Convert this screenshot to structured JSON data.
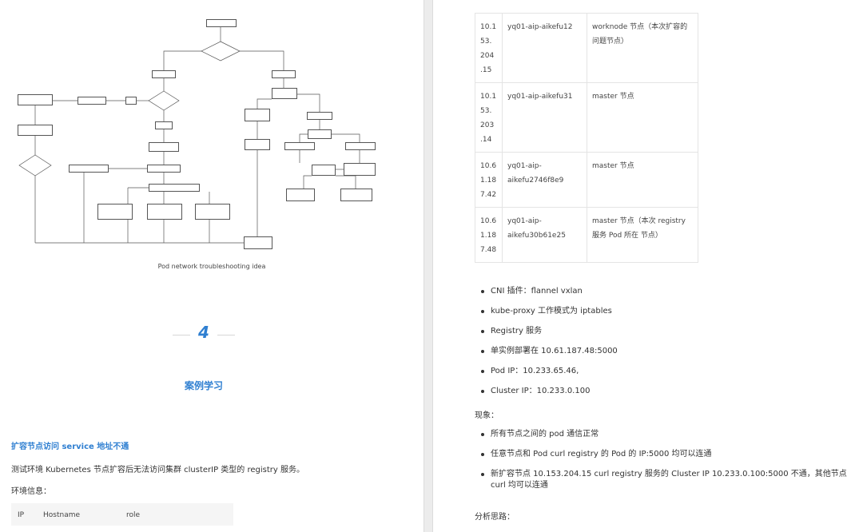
{
  "left": {
    "caption": "Pod network troubleshooting idea",
    "section_number": "4",
    "section_title": "案例学习",
    "heading": "扩容节点访问 service 地址不通",
    "intro": "测试环境 Kubernetes 节点扩容后无法访问集群 clusterIP 类型的 registry 服务。",
    "env_label": "环境信息：",
    "table_header": {
      "ip": "IP",
      "hostname": "Hostname",
      "role": "role"
    }
  },
  "right": {
    "hosts": [
      {
        "ip": [
          "10.1",
          "53.",
          "204",
          ".15"
        ],
        "hostname": "yq01-aip-aikefu12",
        "role": [
          "worknode 节点（本次扩容的",
          "问题节点）"
        ]
      },
      {
        "ip": [
          "10.1",
          "53.",
          "203",
          ".14"
        ],
        "hostname": "yq01-aip-aikefu31",
        "role": [
          "master 节点"
        ]
      },
      {
        "ip": [
          "10.6",
          "1.18",
          "7.42"
        ],
        "hostname": "yq01-aip-aikefu2746f8e9",
        "role": [
          "master 节点"
        ]
      },
      {
        "ip": [
          "10.6",
          "1.18",
          "7.48"
        ],
        "hostname": "yq01-aip-aikefu30b61e25",
        "role": [
          "master 节点（本次 registry",
          "服务 Pod 所在 节点）"
        ]
      }
    ],
    "env_items": [
      "CNI 插件：flannel vxlan",
      "kube-proxy 工作模式为 iptables",
      "Registry 服务",
      "单实例部署在 10.61.187.48:5000",
      "Pod IP：10.233.65.46,",
      "Cluster IP：10.233.0.100"
    ],
    "phenomenon_label": "现象：",
    "phenomenon_items": [
      "所有节点之间的 pod 通信正常",
      "任意节点和 Pod curl registry 的 Pod 的 IP:5000 均可以连通",
      "新扩容节点 10.153.204.15 curl registry 服务的 Cluster IP 10.233.0.100:5000 不通，其他节点 curl 均可以连通"
    ],
    "analysis_label": "分析思路："
  }
}
